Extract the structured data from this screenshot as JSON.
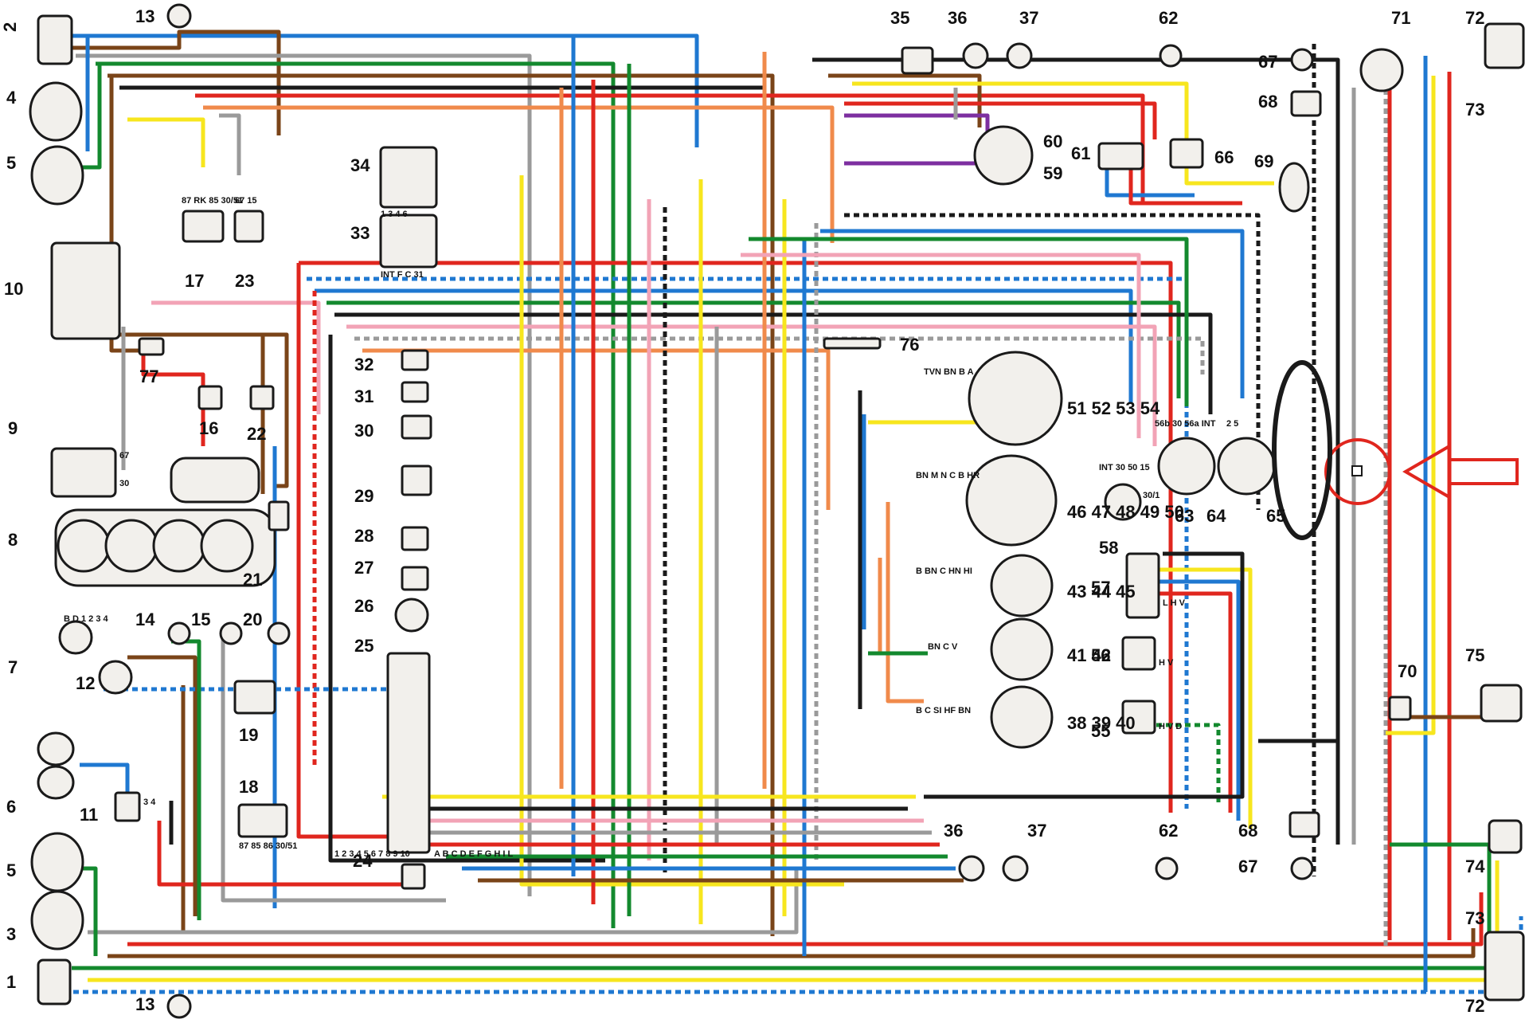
{
  "colors": {
    "red": "#e0261e",
    "blue": "#1f78d1",
    "green": "#13892e",
    "brown": "#7a4418",
    "black": "#1a1a1a",
    "yellow": "#f7e61e",
    "grey": "#9a9a9a",
    "orange": "#f08a4b",
    "pink": "#f2a3b6",
    "violet": "#7d2fa0",
    "white": "#f4f4f4",
    "highlight": "#e0261e"
  },
  "component_labels": {
    "l1": "1",
    "l2": "2",
    "l3": "3",
    "l4": "4",
    "l5a": "5",
    "l5b": "5",
    "l6": "6",
    "l7": "7",
    "l8": "8",
    "l9": "9",
    "l10": "10",
    "l11": "11",
    "l12": "12",
    "l13a": "13",
    "l13b": "13",
    "l14": "14",
    "l15": "15",
    "l16": "16",
    "l17": "17",
    "l18": "18",
    "l19": "19",
    "l20": "20",
    "l21": "21",
    "l22": "22",
    "l23": "23",
    "l24": "24",
    "l25": "25",
    "l26": "26",
    "l27": "27",
    "l28": "28",
    "l29": "29",
    "l30": "30",
    "l31": "31",
    "l32": "32",
    "l33": "33",
    "l34": "34",
    "l35": "35",
    "l36a": "36",
    "l36b": "36",
    "l37a": "37",
    "l37b": "37",
    "l38_40": "38 39 40",
    "l41_42": "41 42",
    "l43_45": "43 44 45",
    "l46_50": "46 47 48 49 50",
    "l51_54": "51 52 53 54",
    "l55": "55",
    "l56": "56",
    "l57": "57",
    "l58": "58",
    "l59": "59",
    "l60": "60",
    "l61": "61",
    "l62a": "62",
    "l62b": "62",
    "l63": "63",
    "l64": "64",
    "l65": "65",
    "l66": "66",
    "l67a": "67",
    "l67b": "67",
    "l68a": "68",
    "l68b": "68",
    "l69": "69",
    "l70": "70",
    "l71": "71",
    "l72a": "72",
    "l72b": "72",
    "l73a": "73",
    "l73b": "73",
    "l74": "74",
    "l75": "75",
    "l76": "76",
    "l77": "77"
  },
  "pin_labels": {
    "relay17": "87 RK 85 30/51",
    "relay17b": "67 15",
    "relay18": "87 85 86 30/51",
    "reg9a": "67",
    "reg9b": "30",
    "mod33": "INT F C 31",
    "mod34": "1 3 4 6",
    "sw63": "56b 30 56a INT",
    "sw64": "2 5",
    "sw58a": "INT 30 50 15",
    "sw58b": "30/1",
    "fuse_letters": "A B C D E F G H I L",
    "fuse_nums": "1 2 3 4 5 6 7 8 9 10",
    "g51": "TVN BN B A",
    "g46": "BN M N C B HR",
    "g43": "B BN C HN HI",
    "g41": "BN C V",
    "g38": "B C SI HF BN",
    "s57": "L H V",
    "s56": "H V",
    "s55": "H V D",
    "dist12": "B D 1 2 3 4",
    "horn11": "3 4"
  }
}
